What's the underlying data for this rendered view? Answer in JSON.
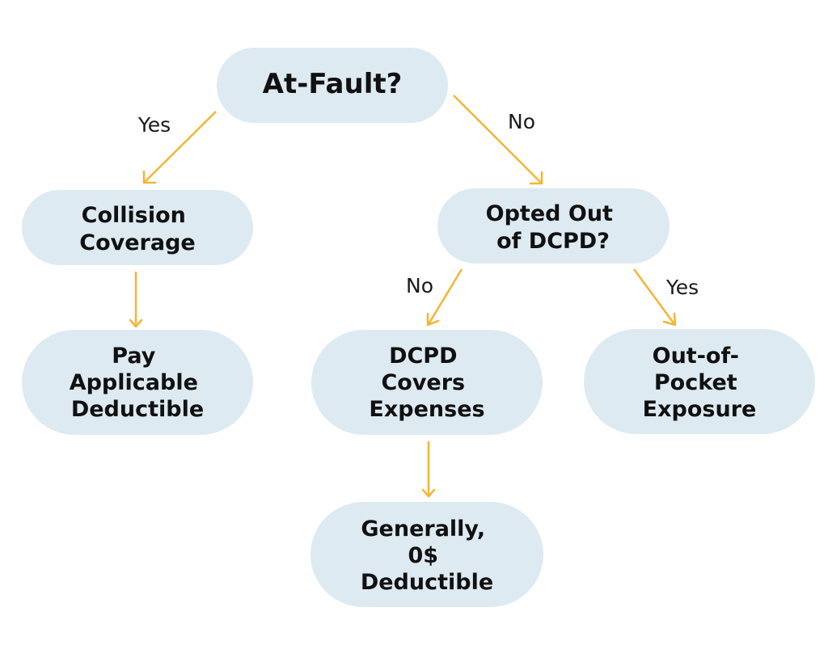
{
  "diagram": {
    "nodes": [
      {
        "id": "at-fault",
        "lines": [
          "At-Fault?"
        ]
      },
      {
        "id": "collision-coverage",
        "lines": [
          "Collision",
          "Coverage"
        ]
      },
      {
        "id": "opted-out-dcpd",
        "lines": [
          "Opted Out",
          "of DCPD?"
        ]
      },
      {
        "id": "pay-applicable-deductible",
        "lines": [
          "Pay",
          "Applicable",
          "Deductible"
        ]
      },
      {
        "id": "dcpd-covers-expenses",
        "lines": [
          "DCPD",
          "Covers",
          "Expenses"
        ]
      },
      {
        "id": "out-of-pocket-exposure",
        "lines": [
          "Out-of-",
          "Pocket",
          "Exposure"
        ]
      },
      {
        "id": "generally-0-deductible",
        "lines": [
          "Generally,",
          "0$",
          "Deductible"
        ]
      }
    ],
    "edges": [
      {
        "from": "at-fault",
        "to": "collision-coverage",
        "label": "Yes"
      },
      {
        "from": "at-fault",
        "to": "opted-out-dcpd",
        "label": "No"
      },
      {
        "from": "collision-coverage",
        "to": "pay-applicable-deductible",
        "label": ""
      },
      {
        "from": "opted-out-dcpd",
        "to": "dcpd-covers-expenses",
        "label": "No"
      },
      {
        "from": "opted-out-dcpd",
        "to": "out-of-pocket-exposure",
        "label": "Yes"
      },
      {
        "from": "dcpd-covers-expenses",
        "to": "generally-0-deductible",
        "label": ""
      }
    ],
    "colors": {
      "node_fill": "#deeaf2",
      "arrow": "#f3b632",
      "text": "#111111"
    }
  }
}
